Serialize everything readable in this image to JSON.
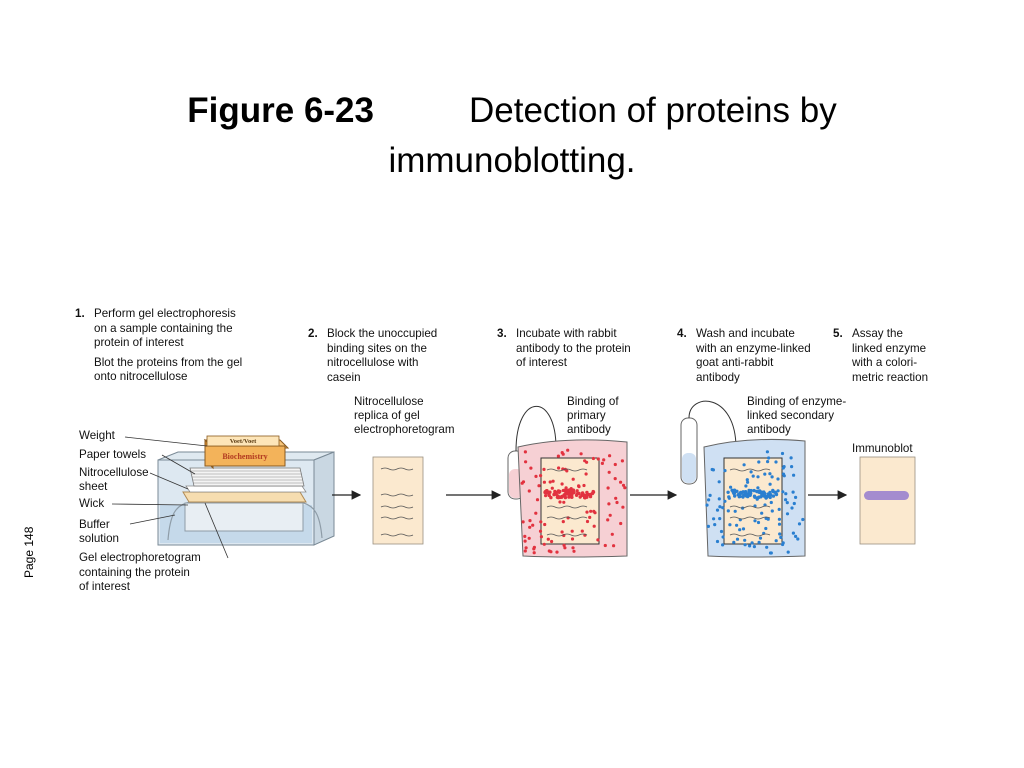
{
  "title": {
    "figure": "Figure 6-23",
    "line1": "Detection of proteins by",
    "line2": "immunoblotting."
  },
  "side_label": "Page 148",
  "steps": [
    {
      "num": "1.",
      "lines": [
        "Perform gel electrophoresis",
        "on a sample containing the",
        "protein of interest"
      ],
      "extra": [
        "Blot the proteins from the gel",
        "onto nitrocellulose"
      ]
    },
    {
      "num": "2.",
      "lines": [
        "Block the unoccupied",
        "binding sites on the",
        "nitrocellulose with",
        "casein"
      ]
    },
    {
      "num": "3.",
      "lines": [
        "Incubate with rabbit",
        "antibody to the protein",
        "of interest"
      ]
    },
    {
      "num": "4.",
      "lines": [
        "Wash and incubate",
        "with an enzyme-linked",
        "goat anti-rabbit",
        "antibody"
      ]
    },
    {
      "num": "5.",
      "lines": [
        "Assay the",
        "linked enzyme",
        "with a colori-",
        "metric reaction"
      ]
    }
  ],
  "apparatus_labels": [
    "Weight",
    "Paper towels",
    "Nitrocellulose",
    "sheet",
    "Wick",
    "Buffer",
    "solution",
    "Gel electrophoretogram",
    "containing the protein",
    "of interest"
  ],
  "book_labels": {
    "top": "Voet/Voet",
    "spine": "Biochemistry"
  },
  "replica_label": [
    "Nitrocellulose",
    "replica of gel",
    "electrophoretogram"
  ],
  "primary_label": [
    "Binding of",
    "primary",
    "antibody"
  ],
  "secondary_label": [
    "Binding of enzyme-",
    "linked secondary",
    "antibody"
  ],
  "immunoblot_label": "Immunoblot",
  "colors": {
    "sheet": "#fbe9cf",
    "red_bath": "#f6d0d4",
    "red_dot": "#e2323f",
    "blue_bath": "#cfe0f3",
    "blue_dot": "#2a7fd0",
    "band": "#a48ccf",
    "book": "#f3b35a"
  }
}
